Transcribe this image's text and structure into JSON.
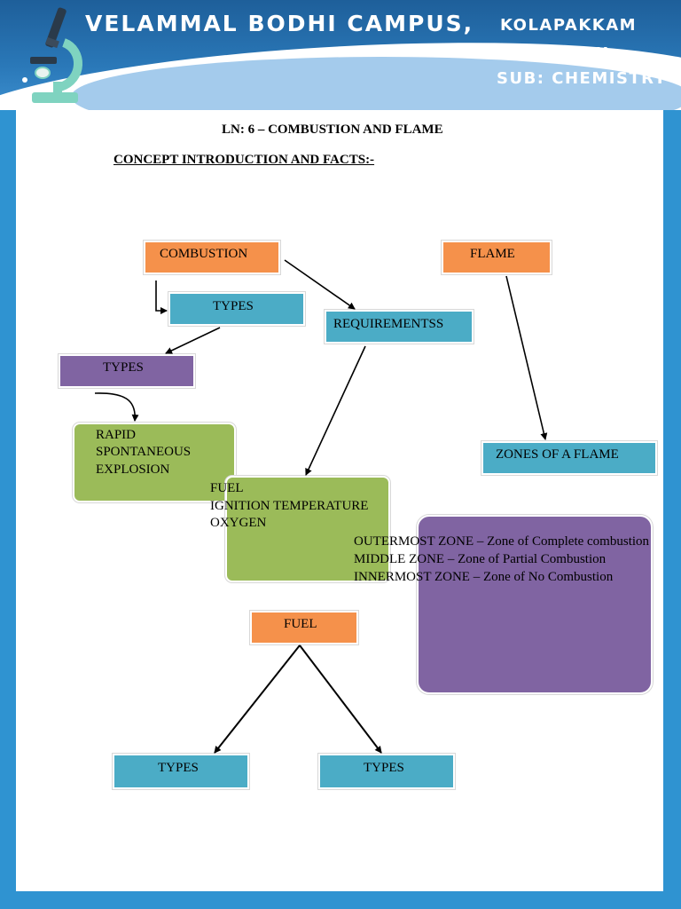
{
  "header": {
    "school_name": "VELAMMAL BODHI CAMPUS,",
    "location": "KOLAPAKKAM",
    "class_label": "CLASS: VIII",
    "subject_label": "SUB: CHEMISTRY",
    "logo_icon": "microscope-icon"
  },
  "document": {
    "lesson_title": "LN:  6 – COMBUSTION AND FLAME",
    "section_heading": "CONCEPT INTRODUCTION AND FACTS:-"
  },
  "diagram": {
    "combustion": "COMBUSTION",
    "flame": "FLAME",
    "types_1": "TYPES",
    "requirements": "REQUIREMENTSS",
    "types_2": "TYPES",
    "combustion_types": [
      "RAPID",
      "SPONTANEOUS",
      "EXPLOSION"
    ],
    "requirement_items": [
      "FUEL",
      "IGNITION TEMPERATURE",
      "OXYGEN"
    ],
    "zones_of_flame": "ZONES OF A FLAME",
    "zone_items": [
      "OUTERMOST ZONE – Zone  of Complete combustion",
      "MIDDLE ZONE – Zone of Partial Combustion",
      "INNERMOST ZONE – Zone of No Combustion"
    ],
    "fuel": "FUEL",
    "fuel_types_left": "TYPES",
    "fuel_types_right": "TYPES"
  },
  "colors": {
    "frame_blue": "#2f93d1",
    "orange_box": "#f5914b",
    "teal_box": "#4bacc6",
    "purple_box": "#8064a2",
    "green_box": "#9bbb59"
  }
}
